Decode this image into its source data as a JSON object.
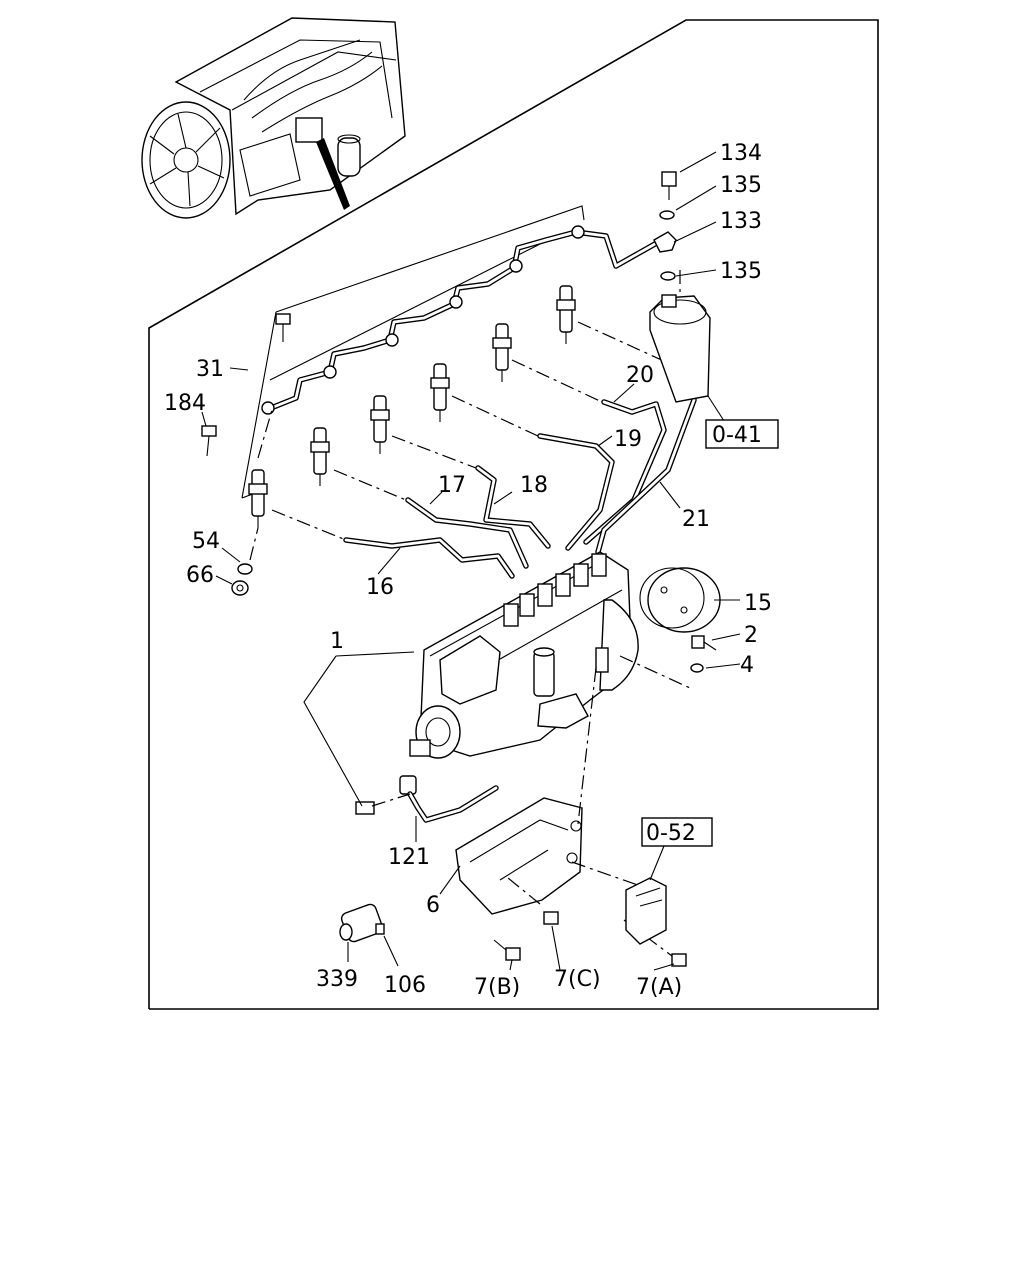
{
  "callouts": {
    "c134": "134",
    "c135a": "135",
    "c133": "133",
    "c135b": "135",
    "c31": "31",
    "c184": "184",
    "c20": "20",
    "c19": "19",
    "c17": "17",
    "c18": "18",
    "c21": "21",
    "c54": "54",
    "c66": "66",
    "c16": "16",
    "c15": "15",
    "c1": "1",
    "c2": "2",
    "c4": "4",
    "c121": "121",
    "c6": "6",
    "c339": "339",
    "c106": "106",
    "c7b": "7(B)",
    "c7c": "7(C)",
    "c7a": "7(A)"
  },
  "references": {
    "r041": "0-41",
    "r052": "0-52"
  }
}
